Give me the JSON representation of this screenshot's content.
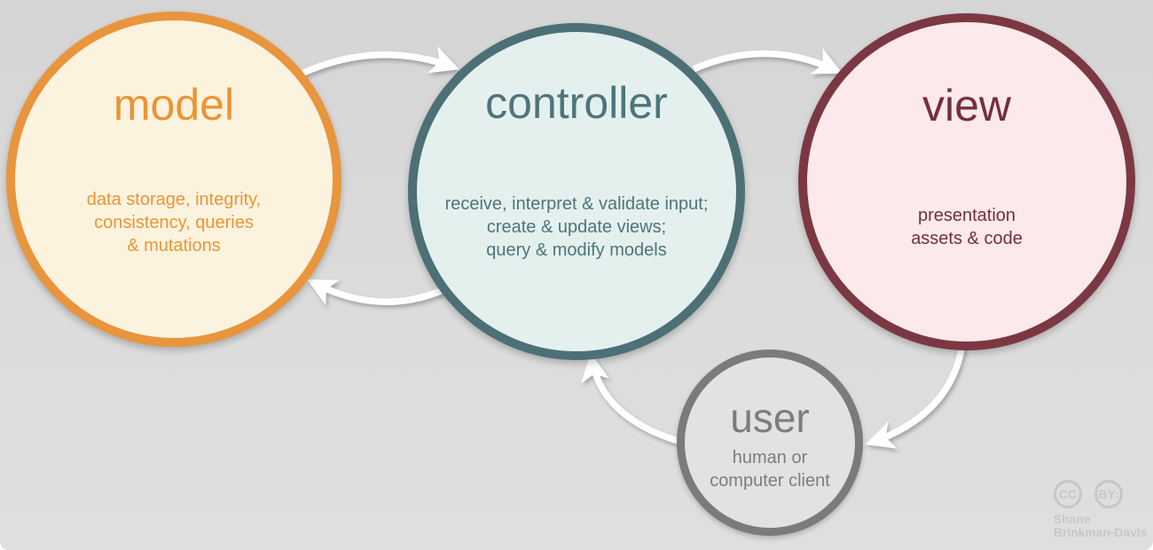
{
  "background_color": "#d9d9d9",
  "arrow_color": "#ffffff",
  "nodes": [
    {
      "id": "model",
      "label": "model",
      "description_lines": [
        "data storage, integrity,",
        "consistency, queries",
        "& mutations"
      ],
      "border_color": "#e8953e",
      "fill_color": "#fcf3df",
      "text_color": "#ec9433"
    },
    {
      "id": "controller",
      "label": "controller",
      "description_lines": [
        "receive, interpret & validate input;",
        "create & update views;",
        "query & modify models"
      ],
      "border_color": "#4c7076",
      "fill_color": "#e4f0ed",
      "text_color": "#4e747c"
    },
    {
      "id": "view",
      "label": "view",
      "description_lines": [
        "presentation",
        "assets & code"
      ],
      "border_color": "#7b3843",
      "fill_color": "#fbe9eb",
      "text_color": "#742f3c"
    },
    {
      "id": "user",
      "label": "user",
      "description_lines": [
        "human or",
        "computer client"
      ],
      "border_color": "#7b7b7b",
      "fill_color": "#e2e2e2",
      "text_color": "#7d7d7d"
    }
  ],
  "arrows": [
    {
      "from": "model",
      "to": "controller"
    },
    {
      "from": "controller",
      "to": "view"
    },
    {
      "from": "controller",
      "to": "model"
    },
    {
      "from": "view",
      "to": "user"
    },
    {
      "from": "user",
      "to": "controller"
    }
  ],
  "attribution": {
    "icons": [
      "CC",
      "BY:"
    ],
    "author_line1": "Shane",
    "author_line2": "Brinkman-Davis",
    "color": "#c7c7c7"
  }
}
